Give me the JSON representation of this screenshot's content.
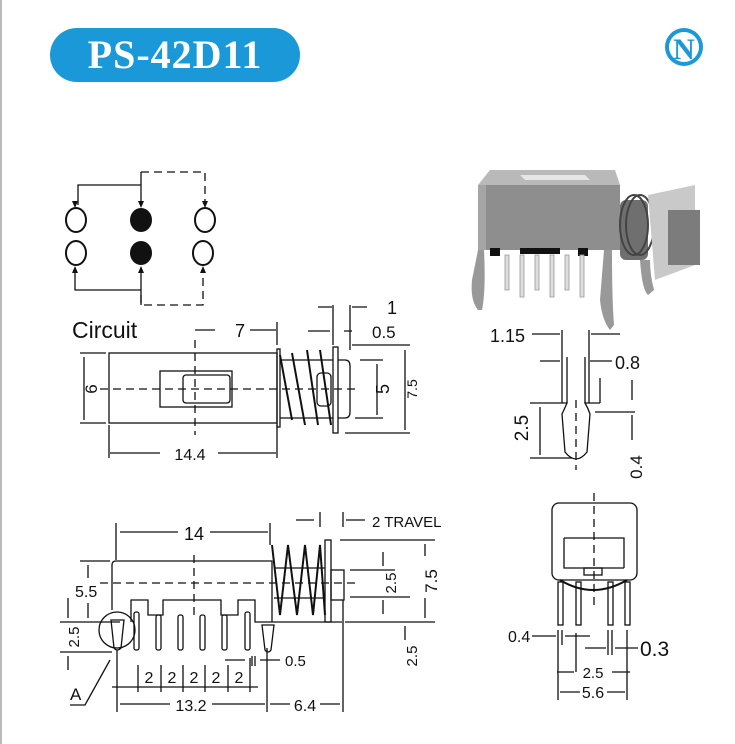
{
  "title": "PS-42D11",
  "logo": {
    "letter": "N",
    "color": "#1a98d8"
  },
  "accent_color": "#1a98d8",
  "circuit_label": "Circuit",
  "top_view": {
    "dim_width": "6",
    "dim_slider_offset": "7",
    "dim_length": "14.4",
    "dim_flange": "1",
    "dim_gap": "0.5",
    "dim_button": "5",
    "dim_height": "7.5"
  },
  "side_view": {
    "dim_length": "14",
    "travel": "2 TRAVEL",
    "dim_axis_height": "5.5",
    "dim_pin_left": "2.5",
    "dim_button": "2.5",
    "dim_height": "7.5",
    "dim_pin_length": "2.5",
    "pitches": [
      "2",
      "2",
      "2",
      "2",
      "2"
    ],
    "dim_pin_gap": "0.5",
    "dim_span": "13.2",
    "dim_button_reach": "6.4",
    "detail_label": "A"
  },
  "pin_detail": {
    "dim_outer": "1.15",
    "dim_inner": "0.8",
    "dim_length": "2.5",
    "dim_shoulder": "0.4"
  },
  "end_view": {
    "dim_pin_width": "0.4",
    "dim_pin_thickness": "0.3",
    "dim_inner_pitch": "2.5",
    "dim_outer_pitch": "5.6"
  }
}
